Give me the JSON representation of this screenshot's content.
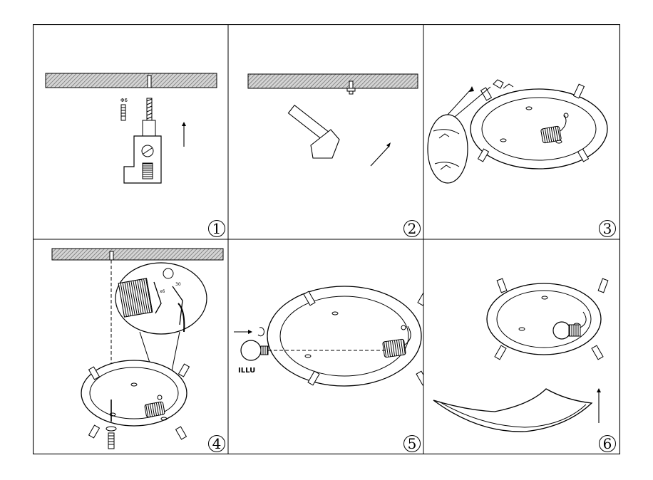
{
  "steps": [
    {
      "number": "1"
    },
    {
      "number": "2"
    },
    {
      "number": "3"
    },
    {
      "number": "4"
    },
    {
      "number": "5"
    },
    {
      "number": "6"
    }
  ],
  "labels": {
    "bulb_label": "ILLU",
    "anchor_size": "Φ6",
    "inset_mark_a": "30",
    "inset_mark_b": "x6"
  },
  "colors": {
    "line": "#000000",
    "hatch": "#9a9a9a",
    "background": "#ffffff"
  }
}
